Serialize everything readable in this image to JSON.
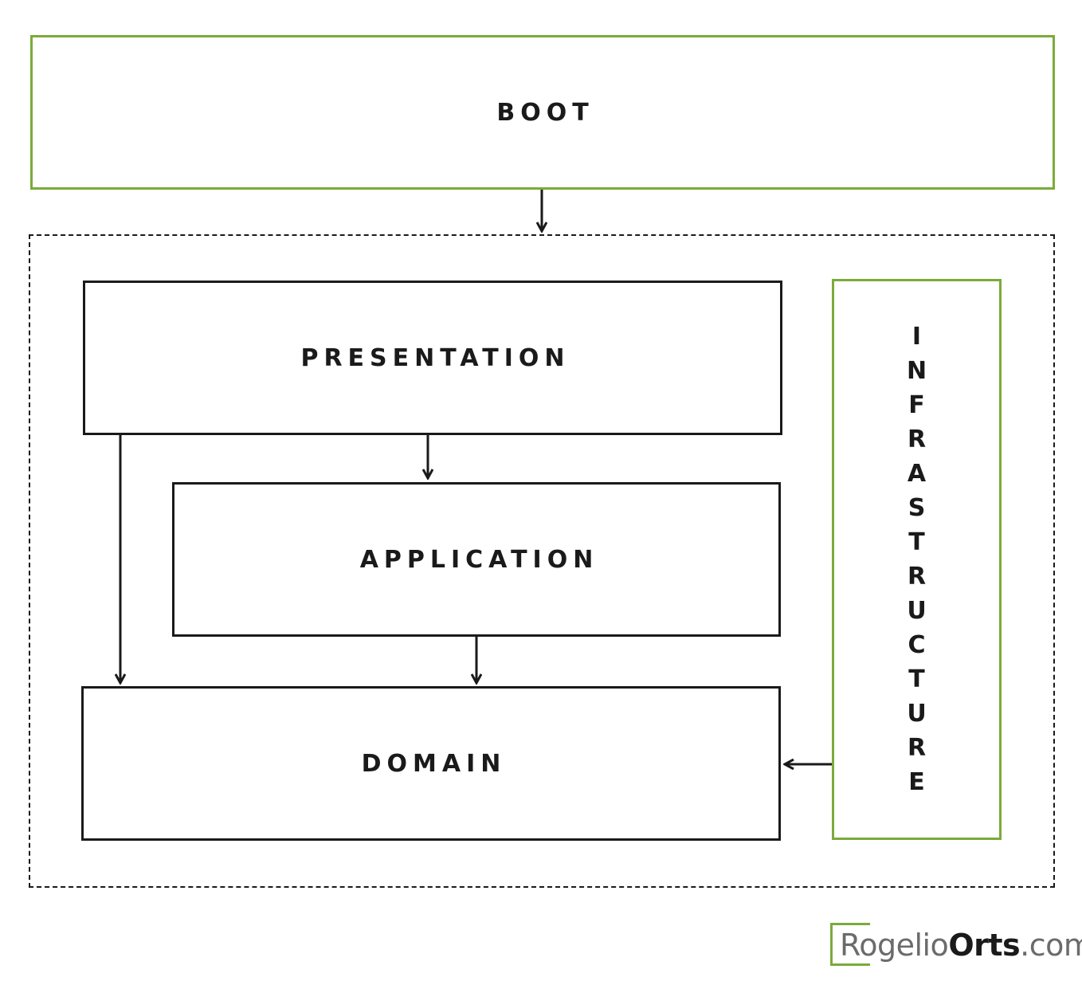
{
  "diagram": {
    "boot": {
      "label": "BOOT",
      "color": "#7aab3a"
    },
    "presentation": {
      "label": "PRESENTATION",
      "color": "#1a1a1a"
    },
    "application": {
      "label": "APPLICATION",
      "color": "#1a1a1a"
    },
    "domain": {
      "label": "DOMAIN",
      "color": "#1a1a1a"
    },
    "infrastructure": {
      "label": "INFRASTRUCTURE",
      "color": "#7aab3a"
    }
  },
  "logo": {
    "part1": "Rogelio",
    "part2": "Orts",
    "part3": ".com"
  }
}
